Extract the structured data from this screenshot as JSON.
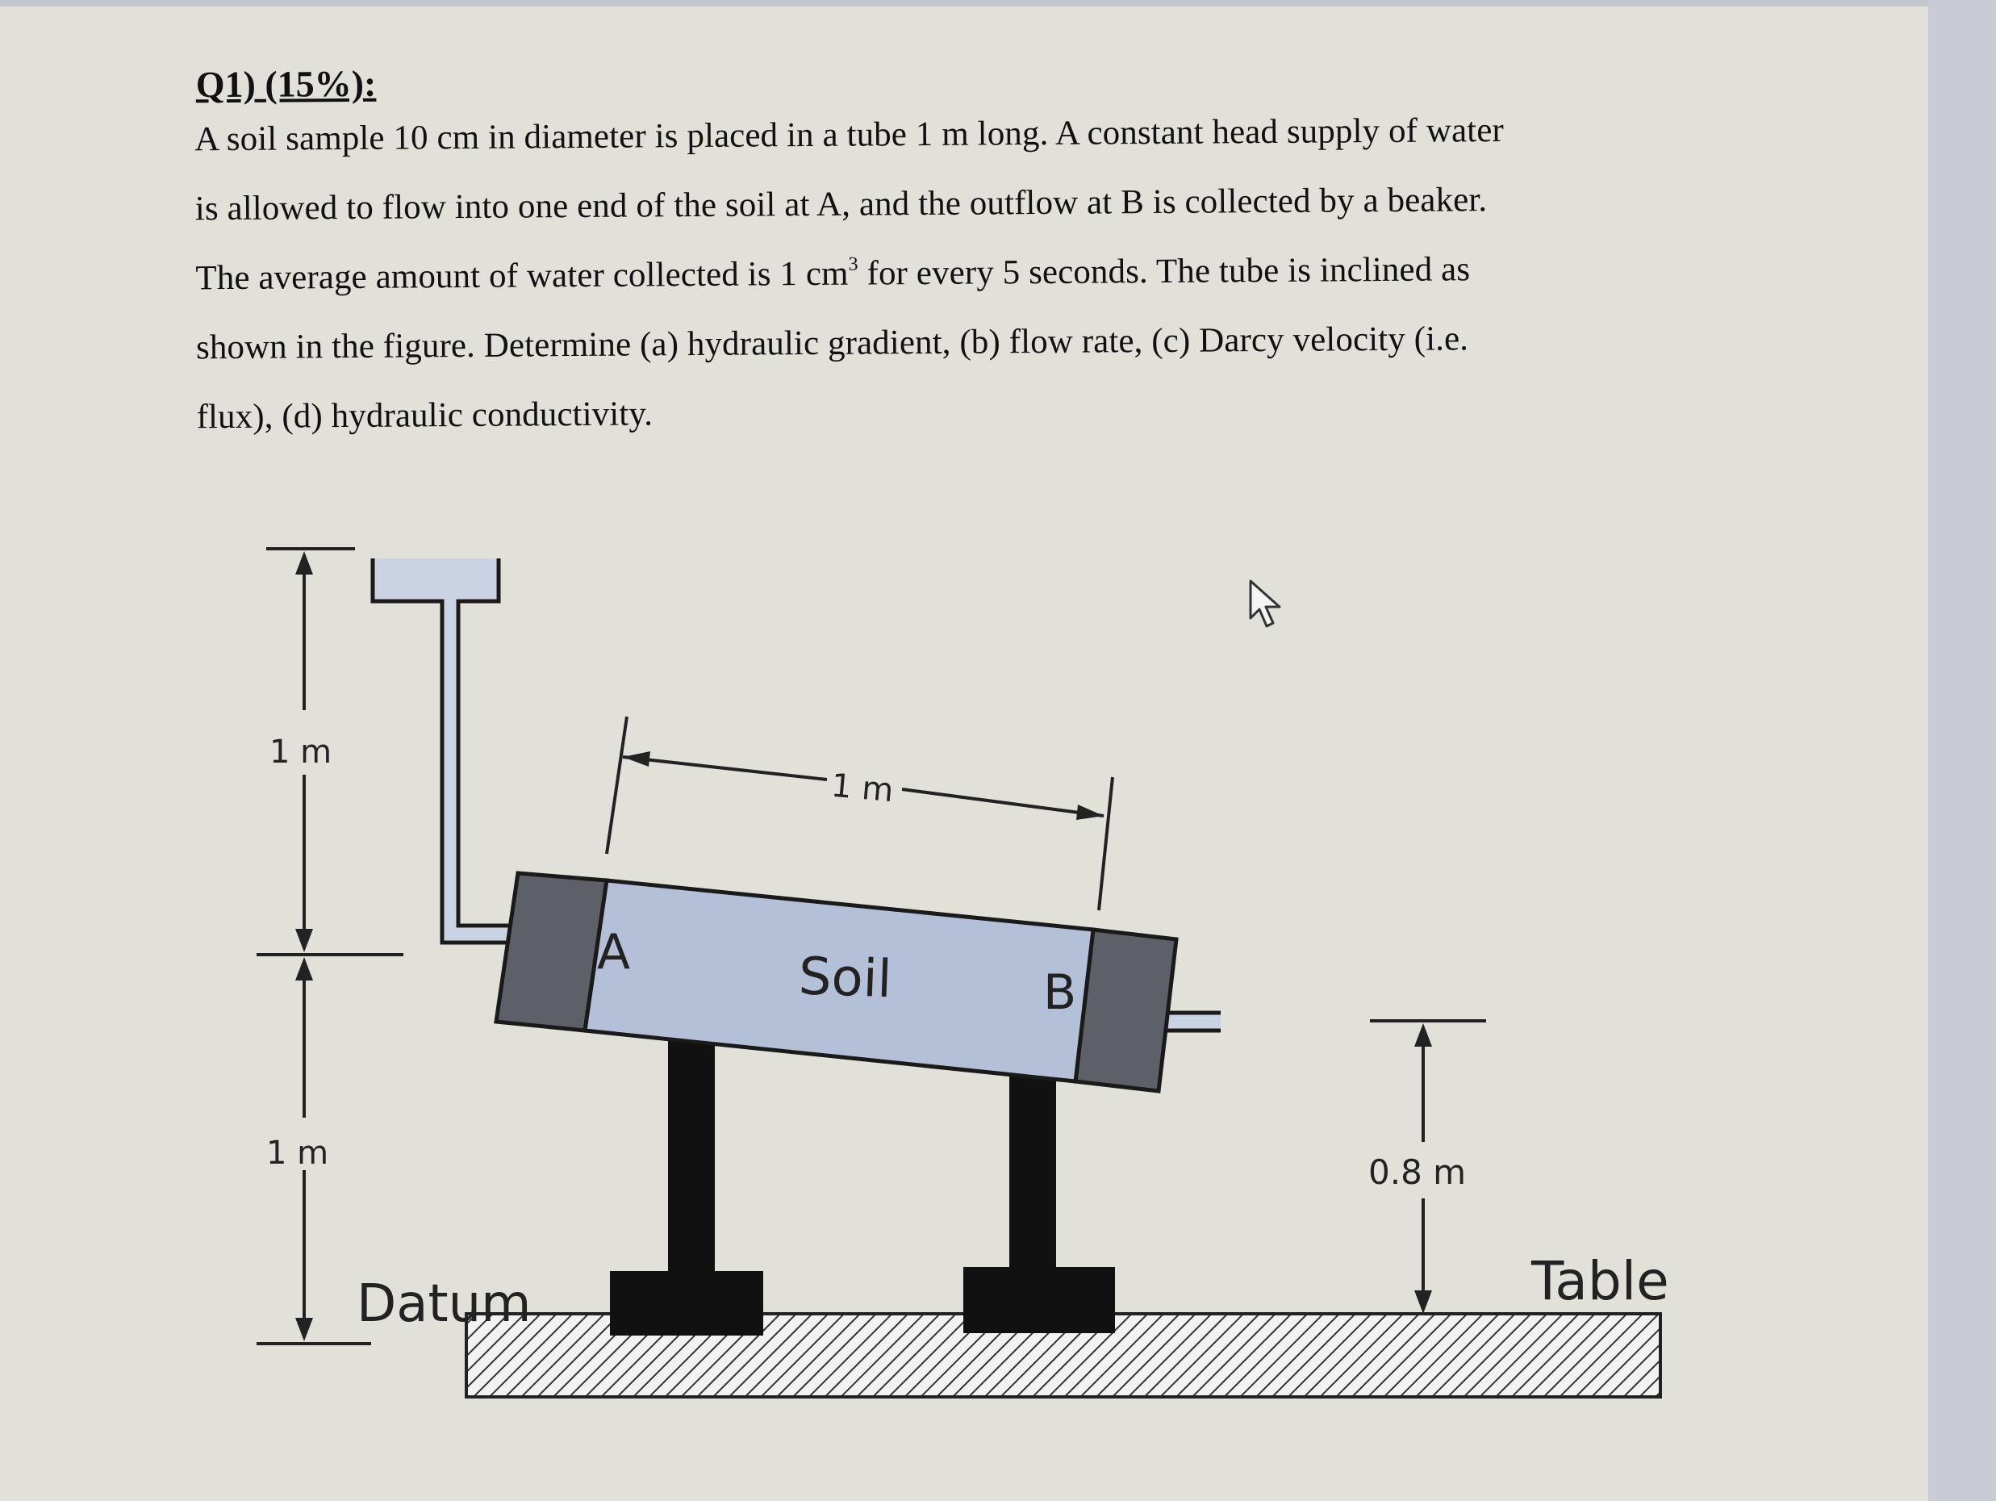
{
  "question": {
    "heading": "Q1) (15%):",
    "lines": [
      "A soil sample 10 cm in diameter is placed in a tube 1 m long. A constant head supply of water",
      "is allowed to flow into one end of the soil at A, and the outflow at B is collected by a beaker.",
      "The average amount of water collected is 1 cm",
      "3",
      " for every 5 seconds. The tube is inclined as",
      "shown in the figure. Determine (a) hydraulic gradient, (b) flow rate, (c) Darcy velocity (i.e.",
      "flux), (d) hydraulic conductivity."
    ]
  },
  "figure": {
    "label_head_height": "1 m",
    "label_a_height": "1 m",
    "label_tube_length": "1 m",
    "label_b_height": "0.8 m",
    "label_soil": "Soil",
    "label_point_a": "A",
    "label_point_b": "B",
    "label_datum": "Datum",
    "label_table": "Table"
  },
  "colors": {
    "soil": "#b4bfd8",
    "end_cap": "#5e6068",
    "support": "#111111",
    "tank": "#c9d3e3",
    "background": "#e1e0d9"
  },
  "cursor_icon": "mouse-pointer-icon"
}
